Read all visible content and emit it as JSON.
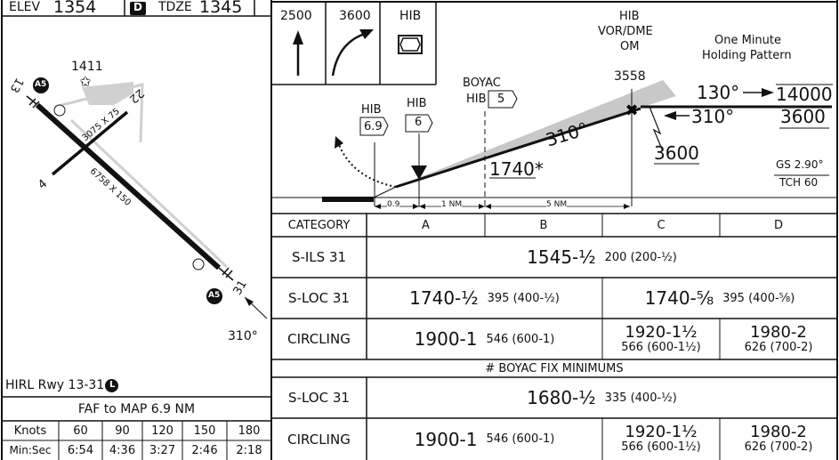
{
  "airport": {
    "elev_label": "ELEV",
    "elev_value": "1354",
    "tdze_badge": "D",
    "tdze_label": "TDZE",
    "tdze_value": "1345",
    "obstacle_elev": "1411",
    "approach_light_label": "A5",
    "runway_13_label": "13",
    "runway_31_label": "31",
    "runway_22_label": "22",
    "runway_4_label": "4",
    "runway_main_dims": "6758 X 150",
    "runway_cross_dims": "3075 X 75",
    "runway_bearing": "310°",
    "hirl_text": "HIRL Rwy 13-31",
    "hirl_badge": "L"
  },
  "timing": {
    "title": "FAF to MAP 6.9 NM",
    "header": [
      "Knots",
      "60",
      "90",
      "120",
      "150",
      "180"
    ],
    "row": [
      "Min:Sec",
      "6:54",
      "4:36",
      "3:27",
      "2:46",
      "2:18"
    ]
  },
  "missed_approach": {
    "climb_alt": "2500",
    "turn_alt": "3600",
    "fix": "HIB"
  },
  "profile": {
    "vor_name": "HIB",
    "vor_type": "VOR/DME",
    "vor_om": "OM",
    "vor_alt": "3558",
    "holding_title_1": "One Minute",
    "holding_title_2": "Holding Pattern",
    "hold_inbound": "130°",
    "hold_outbound": "310°",
    "hold_alt_top": "14000",
    "hold_alt_bottom": "3600",
    "procedure_turn_alt": "3600",
    "final_course": "310°",
    "boyac_name": "BOYAC",
    "boyac_hib": "HIB",
    "boyac_dme": "5",
    "fix1_name": "HIB",
    "fix1_dme": "6.9",
    "fix2_name": "HIB",
    "fix2_dme": "6",
    "step_alt": "1740*",
    "gs": "GS 2.90°",
    "tch": "TCH 60",
    "dist_1": "0.9",
    "dist_2": "1 NM",
    "dist_3": "5 NM"
  },
  "minimums": {
    "header": [
      "CATEGORY",
      "A",
      "B",
      "C",
      "D"
    ],
    "rows": [
      {
        "label": "S-ILS 31",
        "main": "1545-½",
        "sub": "200 (200-½)"
      },
      {
        "label": "S-LOC 31",
        "ab_main": "1740-½",
        "ab_sub": "395 (400-½)",
        "cd_main": "1740-⅝",
        "cd_sub": "395 (400-⅝)"
      },
      {
        "label": "CIRCLING",
        "ab_main": "1900-1",
        "ab_sub": "546 (600-1)",
        "c_main": "1920-1½",
        "c_sub": "566 (600-1½)",
        "d_main": "1980-2",
        "d_sub": "626 (700-2)"
      }
    ],
    "boyac_title": "# BOYAC FIX MINIMUMS",
    "boyac_rows": [
      {
        "label": "S-LOC 31",
        "main": "1680-½",
        "sub": "335 (400-½)"
      },
      {
        "label": "CIRCLING",
        "ab_main": "1900-1",
        "ab_sub": "546 (600-1)",
        "c_main": "1920-1½",
        "c_sub": "566 (600-1½)",
        "d_main": "1980-2",
        "d_sub": "626 (700-2)"
      }
    ]
  }
}
